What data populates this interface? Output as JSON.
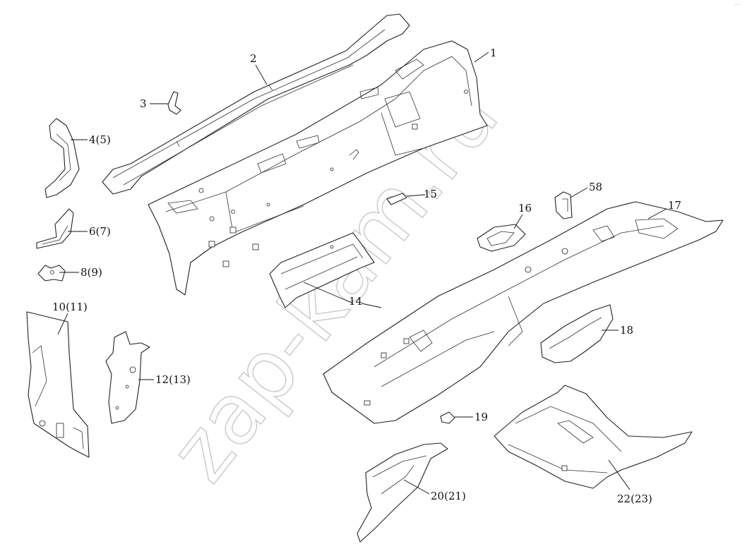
{
  "diagram": {
    "watermark": "zap-kam.ru",
    "corner_mark": "⁻⁻",
    "callouts": [
      {
        "id": "c1",
        "text": "1"
      },
      {
        "id": "c2",
        "text": "2"
      },
      {
        "id": "c3",
        "text": "3"
      },
      {
        "id": "c4",
        "text": "4(5)"
      },
      {
        "id": "c6",
        "text": "6(7)"
      },
      {
        "id": "c8",
        "text": "8(9)"
      },
      {
        "id": "c10",
        "text": "10(11)"
      },
      {
        "id": "c12",
        "text": "12(13)"
      },
      {
        "id": "c14",
        "text": "14"
      },
      {
        "id": "c15",
        "text": "15"
      },
      {
        "id": "c16",
        "text": "16"
      },
      {
        "id": "c17",
        "text": "17"
      },
      {
        "id": "c18",
        "text": "18"
      },
      {
        "id": "c19",
        "text": "19"
      },
      {
        "id": "c20",
        "text": "20(21)"
      },
      {
        "id": "c22",
        "text": "22(23)"
      },
      {
        "id": "c58",
        "text": "58"
      }
    ]
  }
}
